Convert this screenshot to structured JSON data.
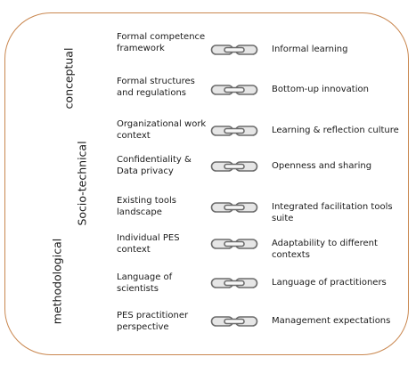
{
  "dimensions": [
    {
      "name": "conceptual-label",
      "text": "conceptual"
    },
    {
      "name": "socio-technical-label",
      "text": "Socio-technical"
    },
    {
      "name": "methodological-label",
      "text": "methodological"
    }
  ],
  "rows": [
    {
      "left": "Formal competence framework",
      "right": "Informal learning"
    },
    {
      "left": "Formal structures and regulations",
      "right": "Bottom-up innovation"
    },
    {
      "left": "Organizational work context",
      "right": "Learning & reflection culture"
    },
    {
      "left": "Confidentiality & Data privacy",
      "right": "Openness and sharing"
    },
    {
      "left": "Existing tools landscape",
      "right": "Integrated facilitation tools suite"
    },
    {
      "left": "Individual PES context",
      "right": "Adaptability to different contexts"
    },
    {
      "left": "Language of scientists",
      "right": "Language of practitioners"
    },
    {
      "left": "PES practitioner perspective",
      "right": "Management expectations"
    }
  ],
  "icons": {
    "link": "chain-link-icon"
  },
  "colors": {
    "frame_border": "#c9874f",
    "chain_stroke": "#6b6b6b",
    "chain_fill": "#e6e6e6"
  }
}
